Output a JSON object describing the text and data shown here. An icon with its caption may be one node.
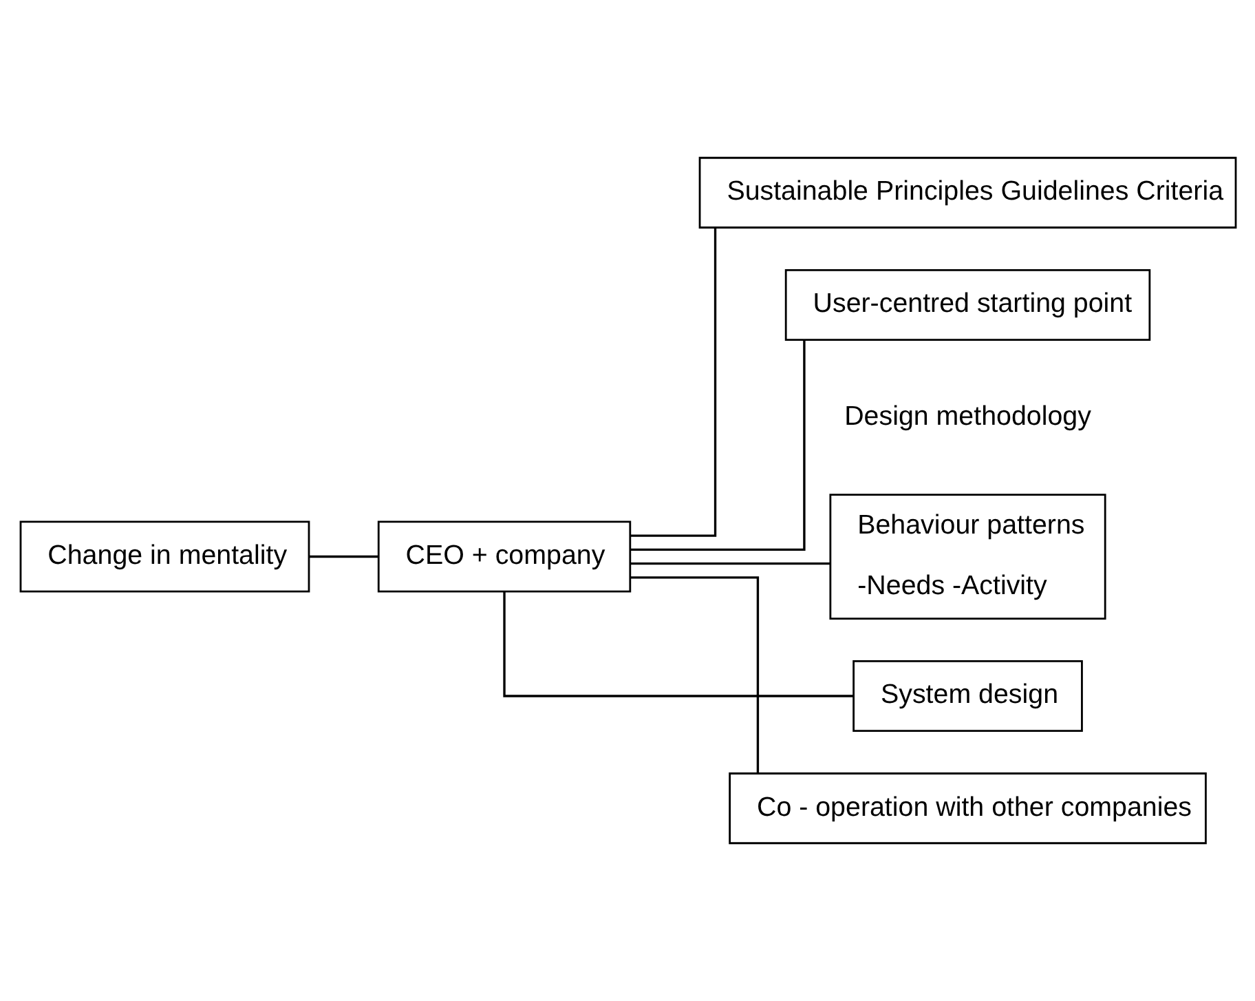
{
  "diagram": {
    "nodes": [
      {
        "text": [
          "Change in mentality"
        ]
      },
      {
        "text": [
          "CEO + company"
        ]
      },
      {
        "text": [
          "Sustainable Principles Guidelines Criteria"
        ]
      },
      {
        "text": [
          "User-centred starting point"
        ]
      },
      {
        "text": [
          "Behaviour patterns",
          "-Needs -Activity"
        ]
      },
      {
        "text": [
          "System design"
        ]
      },
      {
        "text": [
          "Co - operation with other companies"
        ]
      }
    ],
    "edges": [
      {
        "from": 0,
        "to": 1,
        "arrow": "none"
      },
      {
        "from": 1,
        "to": 2,
        "arrow": "none"
      },
      {
        "from": 1,
        "to": 3,
        "arrow": "none"
      },
      {
        "from": 1,
        "to": 4,
        "arrow": "none"
      },
      {
        "from": 1,
        "to": 5,
        "arrow": "none"
      },
      {
        "from": 1,
        "to": 6,
        "arrow": "none"
      }
    ],
    "labels": [
      "Design methodology"
    ]
  }
}
